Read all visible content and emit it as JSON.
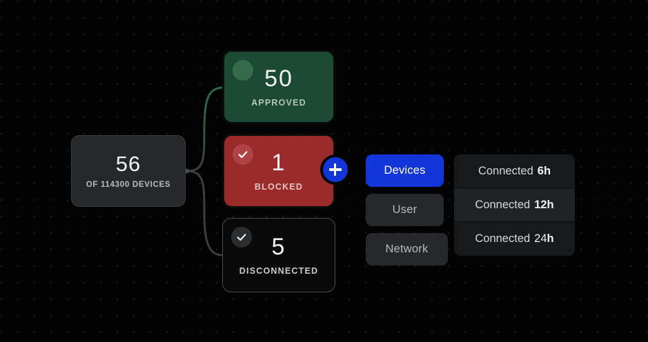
{
  "nodes": {
    "summary": {
      "value": "56",
      "caption": "OF 114300 DEVICES"
    },
    "approved": {
      "value": "50",
      "caption": "APPROVED",
      "badge_icon": "status-dot-icon"
    },
    "blocked": {
      "value": "1",
      "caption": "BLOCKED",
      "badge_icon": "check-icon"
    },
    "disconnected": {
      "value": "5",
      "caption": "DISCONNECTED",
      "badge_icon": "check-icon"
    }
  },
  "add_button": {
    "icon": "plus-icon",
    "label": "+"
  },
  "categories": [
    {
      "id": "devices",
      "label": "Devices",
      "active": true
    },
    {
      "id": "user",
      "label": "User",
      "active": false
    },
    {
      "id": "network",
      "label": "Network",
      "active": false
    }
  ],
  "connected_rows": [
    {
      "lead": "Connected",
      "emph": "6h",
      "emph_plain": "",
      "emph_bold": "",
      "highlight": false
    },
    {
      "lead": "Connected",
      "emph": "12h",
      "emph_plain": "",
      "emph_bold": "",
      "highlight": true
    },
    {
      "lead": "Connected",
      "emph": "",
      "emph_plain": "24",
      "emph_bold": "h",
      "highlight": false
    }
  ],
  "colors": {
    "background": "#030303",
    "dot_grid": "#2a2a2a",
    "approved_bg": "#1d4a32",
    "blocked_bg": "#9b2b2b",
    "disconnected_bg": "#0a0a0a",
    "summary_bg": "#26282b",
    "accent_blue": "#1336d8",
    "edge_green": "#2f6b46",
    "edge_red": "#8e2f2f",
    "edge_gray": "#3c3f42"
  }
}
